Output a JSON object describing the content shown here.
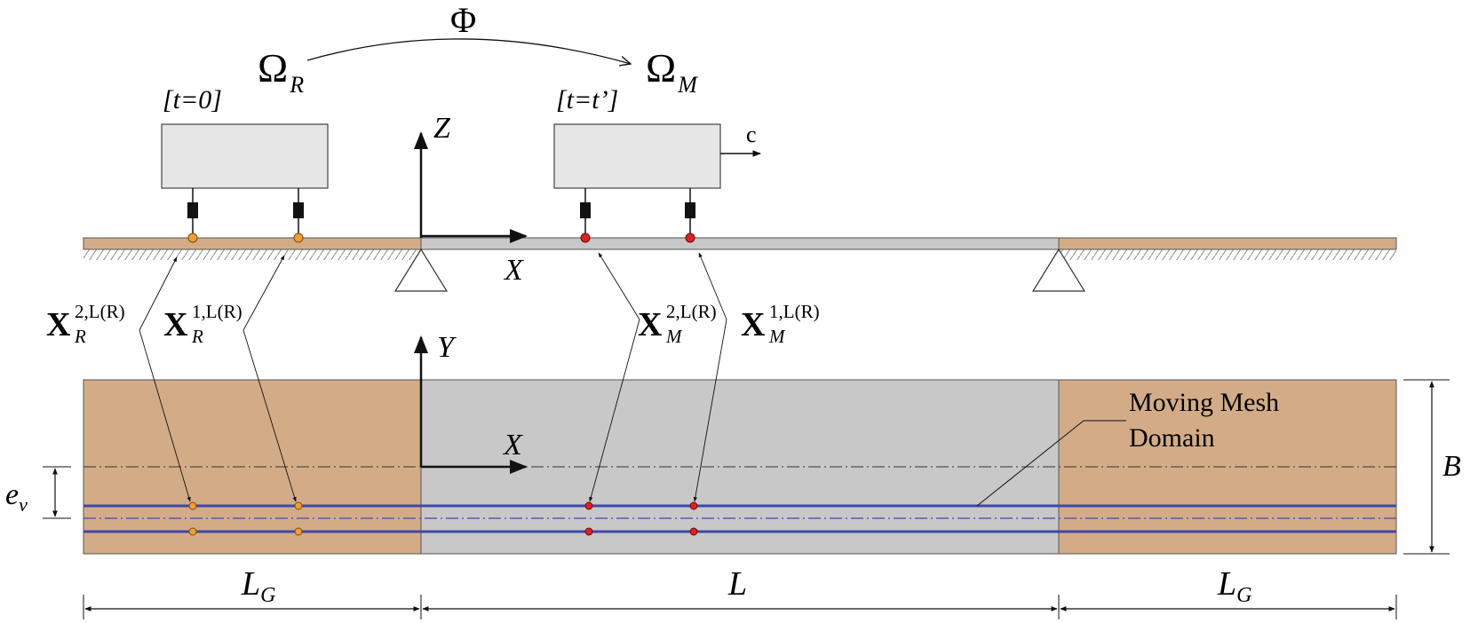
{
  "colors": {
    "ground": "#d3ac87",
    "beam": "#c8c8c8",
    "vehicle_body": "#e6e6e6",
    "outline": "#555555",
    "rail": "#3f48a8",
    "contact_reference": "#f0a030",
    "contact_moving": "#e02020",
    "ink": "#111111"
  },
  "labels": {
    "map": "Φ",
    "omega": "Ω",
    "omega_r_sub": "R",
    "omega_m_sub": "M",
    "time_ref": "[t=0]",
    "time_moving": "[t=t’]",
    "speed": "c",
    "axis_z": "Z",
    "axis_x_elevation": "X",
    "axis_y": "Y",
    "axis_x_plan": "X",
    "bold_x": "X",
    "sup_2": "2,L(R)",
    "sup_1": "1,L(R)",
    "sub_r": "R",
    "sub_m": "M",
    "eccentricity_e": "e",
    "eccentricity_v": "v",
    "width": "B",
    "moving_mesh_line1": "Moving Mesh",
    "moving_mesh_line2": "Domain",
    "dim_l": "L",
    "dim_lg": "L",
    "dim_lg_sub": "G"
  },
  "icons": {
    "support": "triangle-support-icon",
    "suspension": "spring-damper-icon",
    "contact": "contact-point-icon",
    "arrow": "arrow-icon"
  }
}
